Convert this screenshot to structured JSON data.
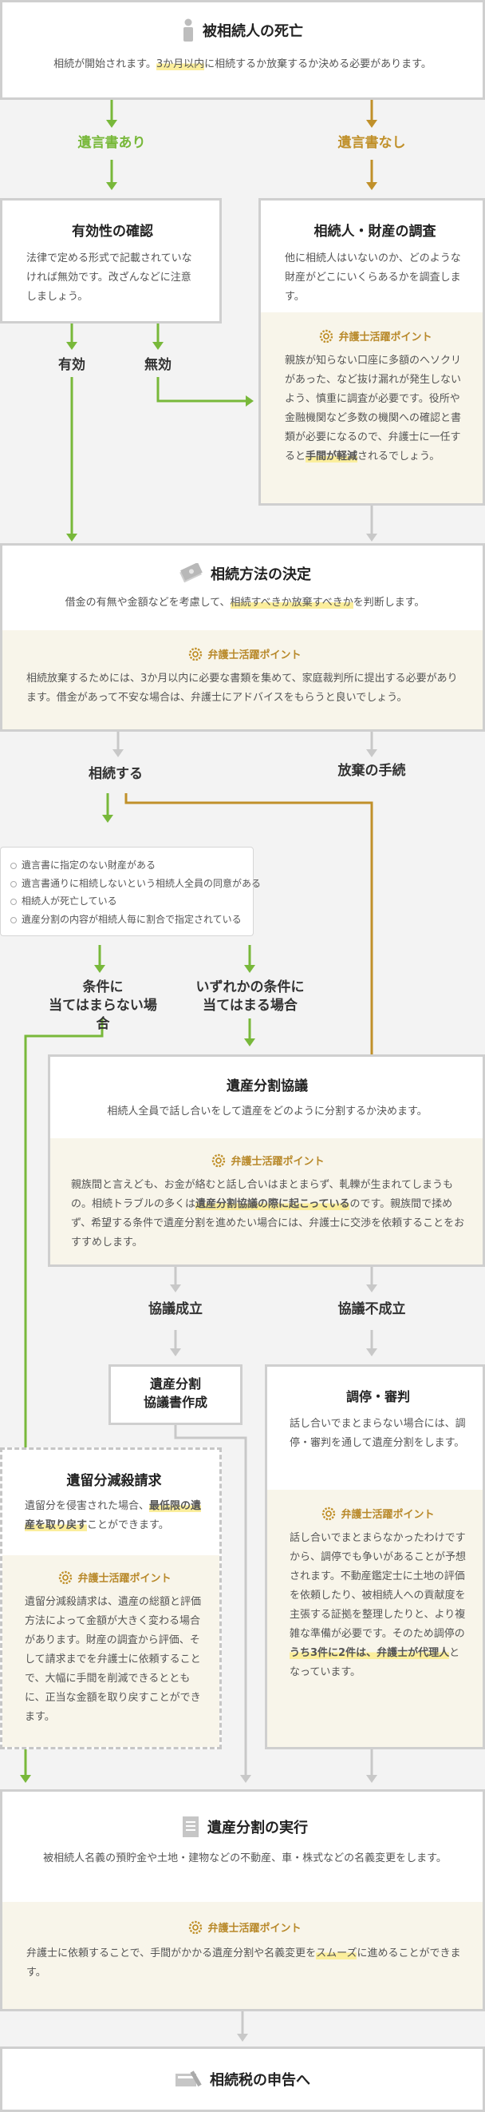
{
  "death": {
    "title": "被相続人の死亡",
    "text_pre": "相続が開始されます。",
    "text_hl": "3か月以内",
    "text_post": "に相続するか放棄するか決める必要があります。"
  },
  "branch1": {
    "yes": "遺言書あり",
    "no": "遺言書なし"
  },
  "validity": {
    "title": "有効性の確認",
    "text": "法律で定める形式で記載されていなければ無効です。改ざんなどに注意しましょう。",
    "valid": "有効",
    "invalid": "無効"
  },
  "investigation": {
    "title": "相続人・財産の調査",
    "text": "他に相続人はいないのか、どのような財産がどこにいくらあるかを調査します。",
    "point_title": "弁護士活躍ポイント",
    "point_pre": "親族が知らない口座に多額のへソクリがあった、など抜け漏れが発生しないよう、慎重に調査が必要です。役所や金融機関など多数の機関への確認と書類が必要になるので、弁護士に一任すると",
    "point_hl": "手間が軽減",
    "point_post": "されるでしょう。"
  },
  "method": {
    "title": "相続方法の決定",
    "text_pre": "借金の有無や金額などを考慮して、",
    "text_hl": "相続すべきか放棄すべきか",
    "text_post": "を判断します。",
    "point_title": "弁護士活躍ポイント",
    "point_text": "相続放棄するためには、3か月以内に必要な書類を集めて、家庭裁判所に提出する必要があります。借金があって不安な場合は、弁護士にアドバイスをもらうと良いでしょう。"
  },
  "branch2": {
    "inherit": "相続する",
    "renounce": "放棄の手続"
  },
  "conditions": [
    "遺言書に指定のない財産がある",
    "遺言書通りに相続しないという相続人全員の同意がある",
    "相続人が死亡している",
    "遺産分割の内容が相続人毎に割合で指定されている"
  ],
  "branch3": {
    "not_apply": "条件に\n当てはまらない場合",
    "apply": "いずれかの条件に\n当てはまる場合"
  },
  "division": {
    "title": "遺産分割協議",
    "text": "相続人全員で話し合いをして遺産をどのように分割するか決めます。",
    "point_title": "弁護士活躍ポイント",
    "point_pre": "親族間と言えども、お金が絡むと話し合いはまとまらず、軋轢が生まれてしまうもの。相続トラブルの多くは",
    "point_hl": "遺産分割協議の際に起こっている",
    "point_post": "のです。親族間で揉めず、希望する条件で遺産分割を進めたい場合には、弁護士に交渉を依頼することをおすすめします。"
  },
  "branch4": {
    "success": "協議成立",
    "fail": "協議不成立"
  },
  "agreement": {
    "title": "遺産分割\n協議書作成"
  },
  "mediation": {
    "title": "調停・審判",
    "text": "話し合いでまとまらない場合には、調停・審判を通して遺産分割をします。",
    "point_title": "弁護士活躍ポイント",
    "point_pre": "話し合いでまとまらなかったわけですから、調停でも争いがあることが予想されます。不動産鑑定士に土地の評価を依頼したり、被相続人への貢献度を主張する証拠を整理したりと、より複雑な準備が必要です。そのため調停の",
    "point_hl": "うち3件に2件は、弁護士が代理人",
    "point_post": "となっています。"
  },
  "reduction": {
    "title": "遺留分減殺請求",
    "text_pre": "遺留分を侵害された場合、",
    "text_hl": "最低限の遺産を取り戻す",
    "text_post": "ことができます。",
    "point_title": "弁護士活躍ポイント",
    "point_text": "遺留分減殺請求は、遺産の総額と評価方法によって金額が大きく変わる場合があります。財産の調査から評価、そして請求までを弁護士に依頼することで、大幅に手間を削減できるとともに、正当な金額を取り戻すことができます。"
  },
  "execution": {
    "title": "遺産分割の実行",
    "text": "被相続人名義の預貯金や土地・建物などの不動産、車・株式などの名義変更をします。",
    "point_title": "弁護士活躍ポイント",
    "point_pre": "弁護士に依頼することで、手間がかかる遺産分割や名義変更を",
    "point_hl": "スムーズ",
    "point_post": "に進めることができます。"
  },
  "tax": {
    "title": "相続税の申告へ"
  },
  "colors": {
    "green": "#78b83a",
    "orange": "#c0902a",
    "gray": "#c8c8c8"
  }
}
